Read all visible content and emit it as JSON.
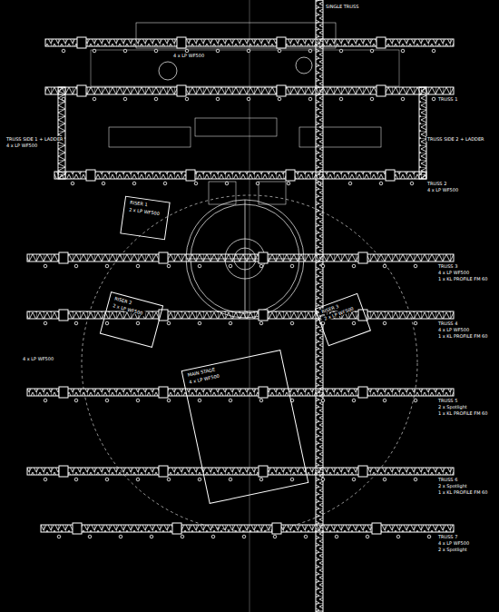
{
  "diagram": {
    "nodes": [
      {
        "text": [
          "RISER 1",
          "2 x LP WF500"
        ]
      },
      {
        "text": [
          "RISER 2",
          "2 x LP WF500"
        ]
      },
      {
        "text": [
          "RISER 3",
          "2 x LP WF500"
        ]
      },
      {
        "text": [
          "MAIN STAGE",
          "4 x LP WF500"
        ]
      }
    ],
    "labels": [
      "SINGLE TRUSS",
      "4 x LP WF500",
      "TRUSS 1",
      "TRUSS SIDE 1 + LADDER",
      "4 x LP WF500",
      "TRUSS SIDE 2 + LADDER",
      "TRUSS 2",
      "4 x LP WF500",
      "TRUSS 3",
      "4 x LP WF500",
      "1 x KL PROFILE FM 60",
      "TRUSS 4",
      "4 x LP WF500",
      "1 x KL PROFILE FM 60",
      "TRUSS 5",
      "2 x Spotlight",
      "1 x KL PROFILE FM 60",
      "TRUSS 6",
      "2 x Spotlight",
      "1 x KL PROFILE FM 60",
      "TRUSS 7",
      "4 x LP WF500",
      "2 x Spotlight",
      "4 x LP WF500"
    ]
  }
}
